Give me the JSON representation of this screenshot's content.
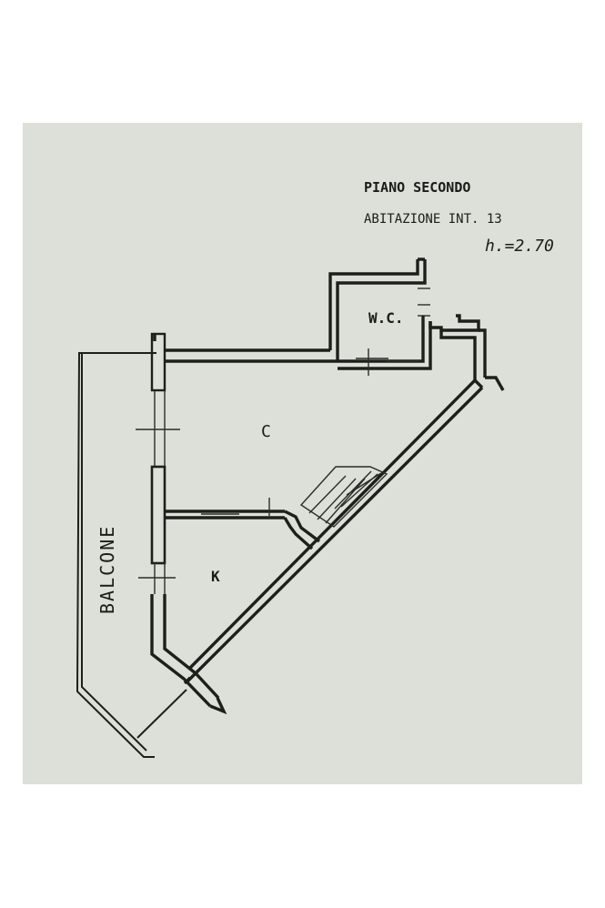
{
  "header": {
    "floor": "PIANO SECONDO",
    "unit": "ABITAZIONE INT. 13",
    "height": "h.=2.70"
  },
  "rooms": {
    "wc": "W.C.",
    "corridor": "C",
    "kitchen": "K",
    "balcony": "BALCONE"
  },
  "colors": {
    "paper": "#dde0d8",
    "ink": "#1d1f1b"
  }
}
